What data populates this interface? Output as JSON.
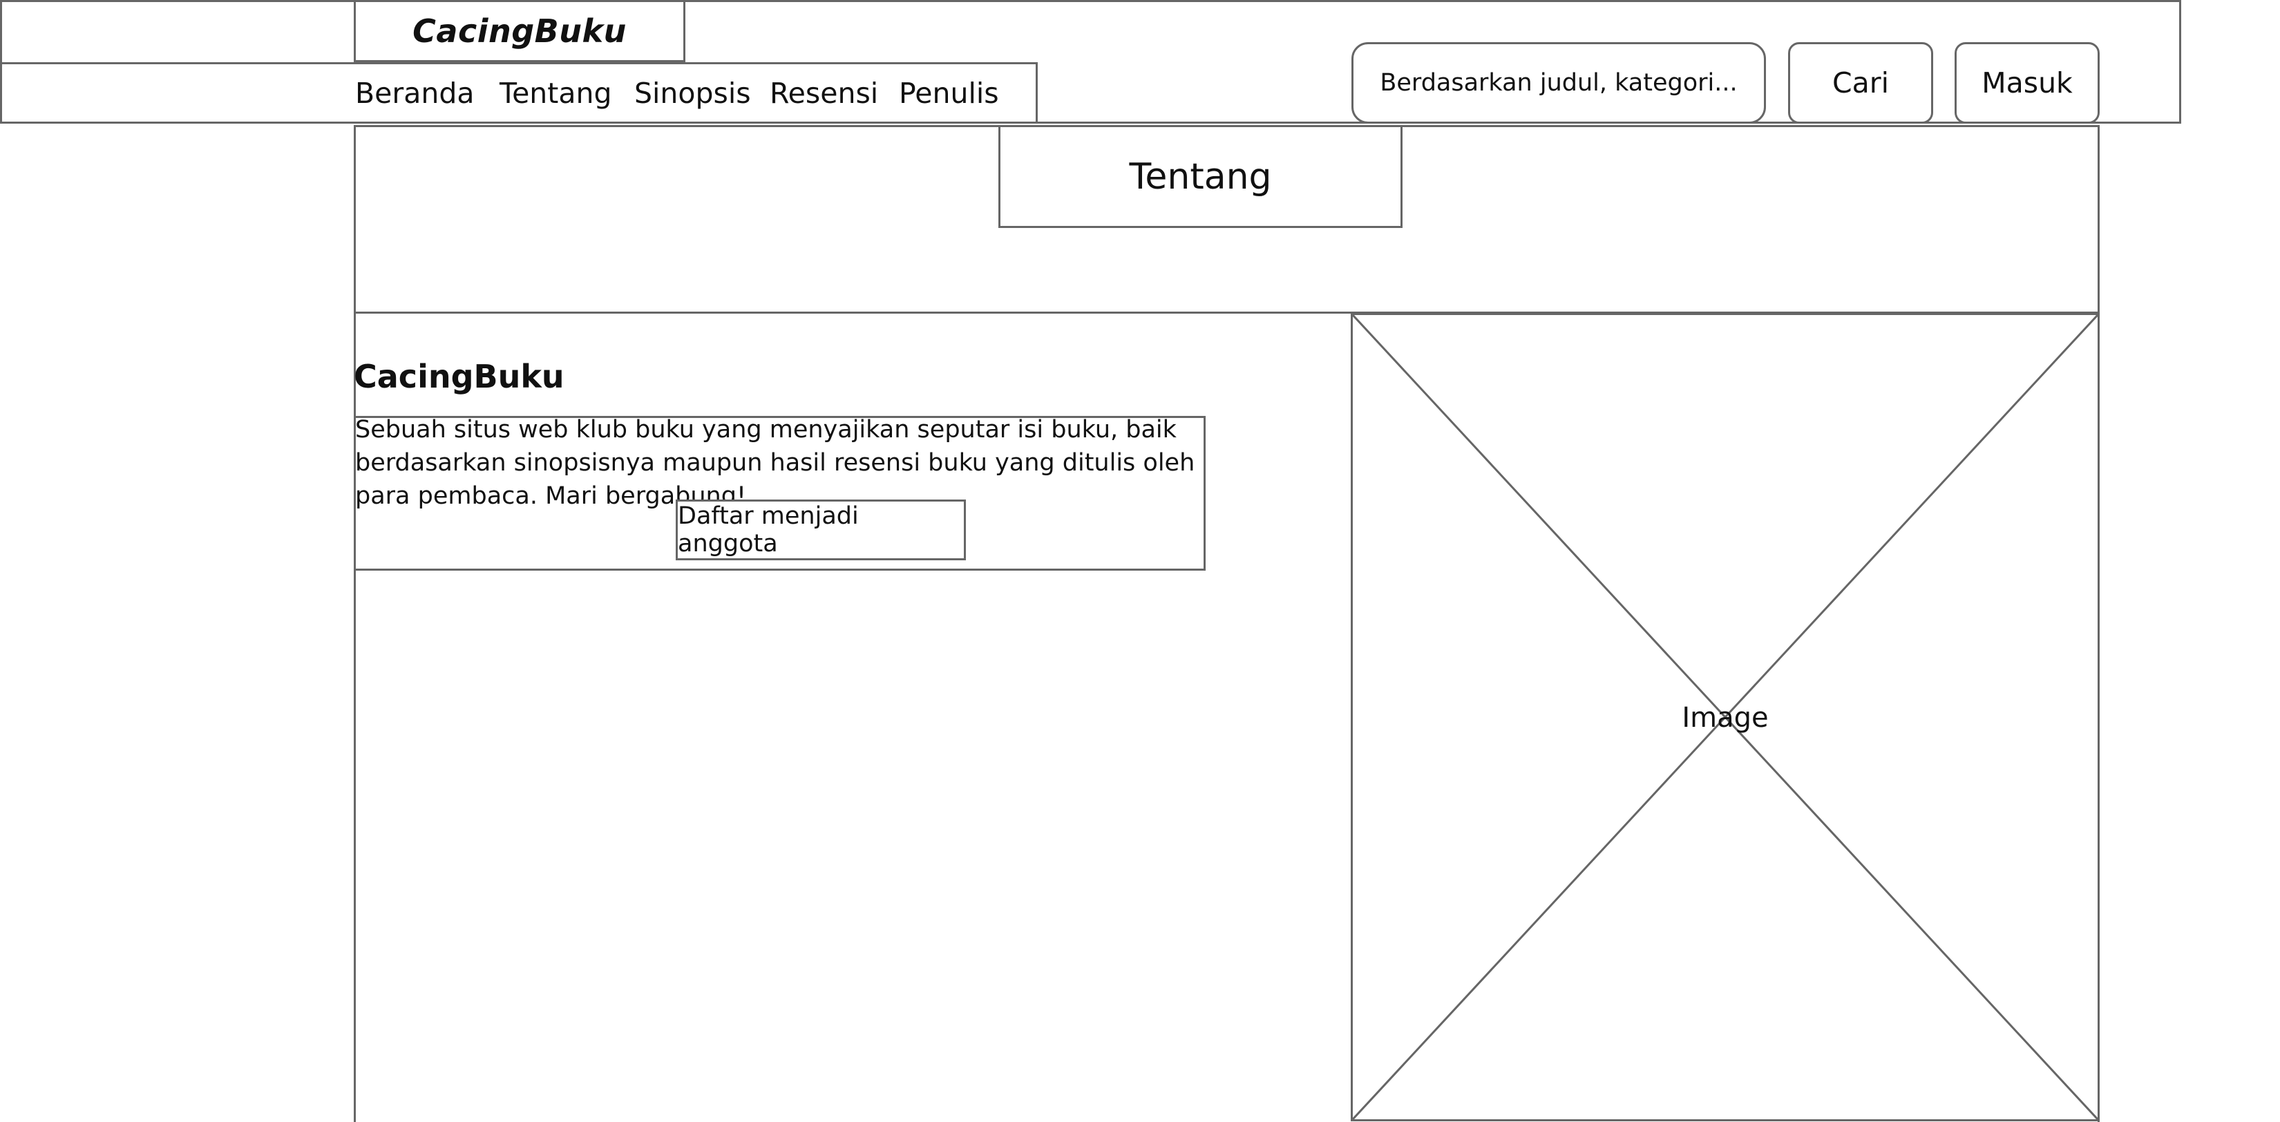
{
  "header": {
    "logo": "CacingBuku",
    "nav": [
      "Beranda",
      "Tentang",
      "Sinopsis",
      "Resensi",
      "Penulis"
    ],
    "search_placeholder": "Berdasarkan judul, kategori...",
    "search_button": "Cari",
    "login_button": "Masuk"
  },
  "page": {
    "title": "Tentang"
  },
  "about": {
    "heading": "CacingBuku",
    "description": "Sebuah situs web klub buku yang menyajikan seputar isi buku, baik berdasarkan sinopsisnya maupun hasil resensi buku yang ditulis oleh para pembaca. Mari bergabung!",
    "join_button": "Daftar menjadi anggota"
  },
  "image": {
    "label": "Image"
  }
}
